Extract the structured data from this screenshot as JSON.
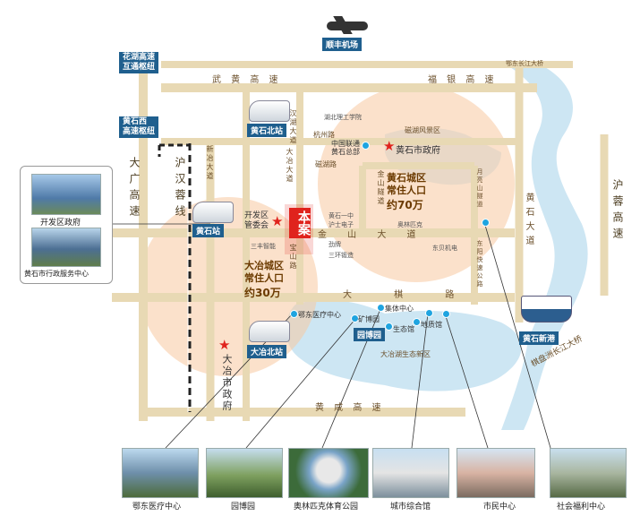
{
  "roads": {
    "wuhuang": "武 黄 高 速",
    "fuyin": "福 银 高 速",
    "daguang": "大广高速",
    "huhan": "沪汉蓉线",
    "xinye": "新冶大道",
    "dayecheng": "大冶大道",
    "jinshan": "金 山 大 道",
    "dazhong": "大 棋 路",
    "huangxian": "黄 咸 高 速",
    "hurong": "沪蓉高速",
    "huangshi_dadao": "黄石大道",
    "yuedong": "月亮山隧道",
    "cihu": "磁湖风景区",
    "jinshanlong": "金山隧道",
    "baoshan": "宝山路",
    "dongyue": "东阳快速公路",
    "dayehu": "大冶湖生态新区",
    "hangzhou": "杭州路",
    "jinqiao": "磁湖路",
    "huangshi_bridge": "鄂东长江大桥",
    "qipan_bridge": "棋盘洲长江大桥",
    "gaoxin": "汉湖大道"
  },
  "hubs": {
    "airport": "顺丰机场",
    "huahu": "花湖高速\n互通枢纽",
    "huangshixi": "黄石西\n高速枢纽",
    "north_station": "黄石北站",
    "station": "黄石站",
    "daye_north": "大冶北站",
    "port": "黄石新港"
  },
  "places": {
    "liantong": "中国联通\n黄石总部",
    "gov_huangshi": "黄石市政府",
    "gov_daye": "大冶市政府",
    "kaifaqu": "开发区\n管委会",
    "project": "本案",
    "yiyuan": "鄂东医疗中心",
    "kuangbo": "矿博园",
    "tiyu": "集体中心",
    "shengtai": "生态馆",
    "diyuan": "地质馆",
    "yuanbo": "园博园",
    "huangshi_erzhong": "黄石一中",
    "husheng": "沪士电子",
    "jingyang": "劲牌",
    "sanhuan": "三环锻造",
    "sanmu": "三丰智能",
    "dongbei": "东贝机电",
    "aoyuan": "奥林匹克",
    "zhongxue": "湖北理工学院"
  },
  "pop": {
    "huangshi_title": "黄石城区\n常住人口",
    "huangshi_value": "约70万",
    "daye_title": "大冶城区\n常住人口",
    "daye_value": "约30万"
  },
  "side": {
    "kaifaqu_gov": "开发区政府",
    "service_center": "黄石市行政服务中心"
  },
  "photos": [
    {
      "label": "鄂东医疗中心"
    },
    {
      "label": "园博园"
    },
    {
      "label": "奥林匹克体育公园"
    },
    {
      "label": "城市综合馆"
    },
    {
      "label": "市民中心"
    },
    {
      "label": "社会福利中心"
    }
  ],
  "colors": {
    "road": "#eadfbd",
    "road_border": "#d9c99a",
    "highway": "#f1c9a0",
    "zone": "#f8c9a0",
    "water": "#cde6f3",
    "rail": "#222222",
    "label_bg": "#1f5f8e",
    "star": "#e0231d"
  }
}
